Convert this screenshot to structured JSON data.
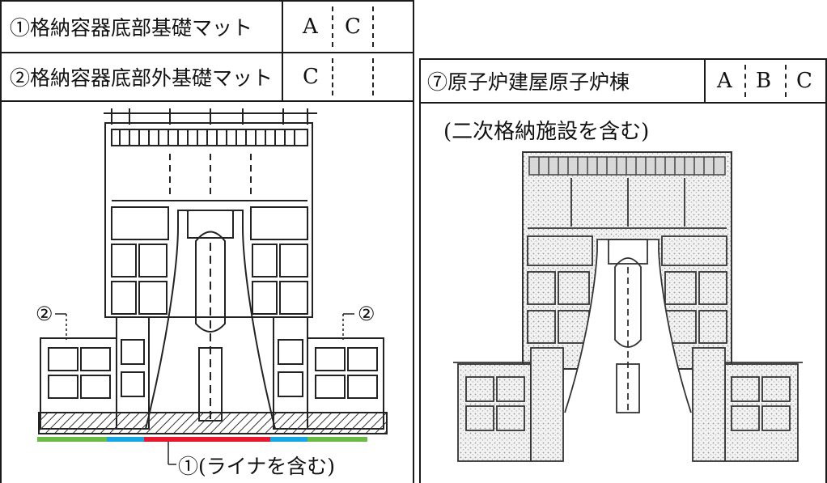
{
  "left_table": {
    "row1": {
      "label": "①格納容器底部基礎マット",
      "grades": [
        "A",
        "C"
      ]
    },
    "row2": {
      "label": "②格納容器底部外基礎マット",
      "grades": [
        "C"
      ]
    },
    "callouts": {
      "left": "②",
      "right": "②"
    },
    "liner_note": "①(ライナを含む)",
    "liner_colors": {
      "outer": "#6cbb45",
      "middle": "#17a8e3",
      "center": "#e6192e"
    }
  },
  "right_table": {
    "row1": {
      "label": "⑦原子炉建屋原子炉棟",
      "grades": [
        "A",
        "B",
        "C"
      ]
    },
    "subtitle": "(二次格納施設を含む)"
  }
}
